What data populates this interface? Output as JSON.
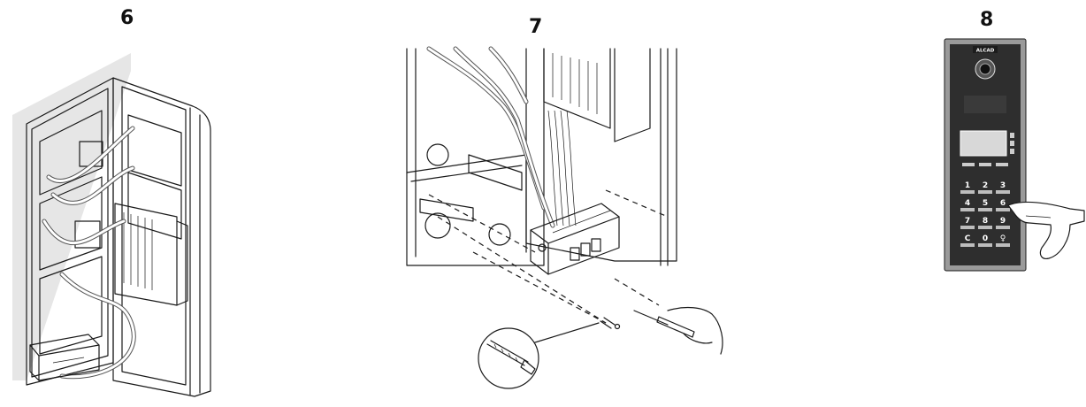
{
  "steps": [
    {
      "number": "6"
    },
    {
      "number": "7"
    },
    {
      "number": "8"
    }
  ],
  "panel": {
    "brand": "ALCAD",
    "keys": [
      "1",
      "2",
      "3",
      "4",
      "5",
      "6",
      "7",
      "8",
      "9",
      "C",
      "0",
      "♀"
    ]
  },
  "colors": {
    "panel_body": "#2e2e2e",
    "panel_frame": "#9a9a9a",
    "line": "#1a1a1a"
  }
}
